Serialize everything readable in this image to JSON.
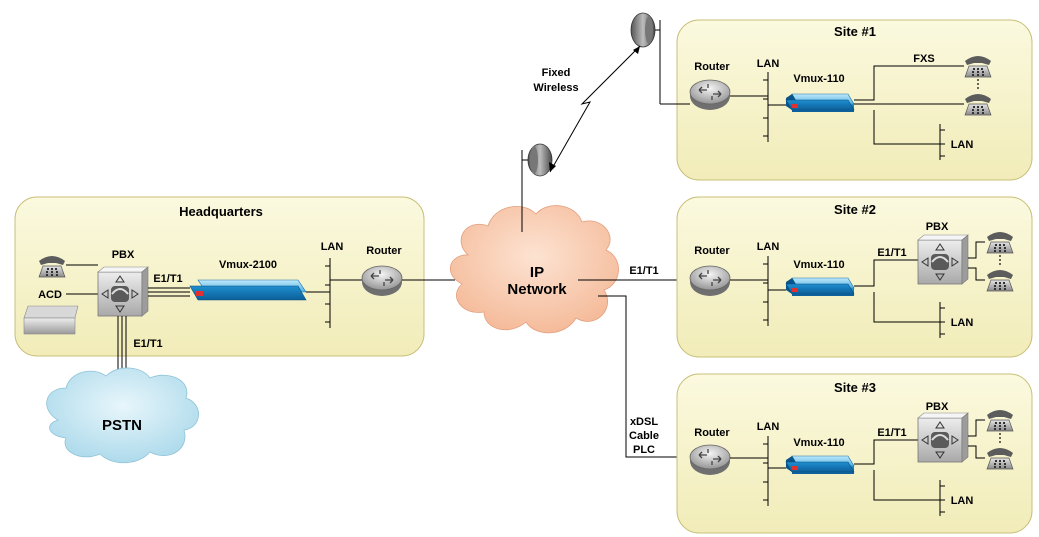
{
  "headquarters": {
    "title": "Headquarters",
    "pbx": "PBX",
    "acd": "ACD",
    "link_e1": "E1/T1",
    "vmux": "Vmux-2100",
    "lan": "LAN",
    "router": "Router",
    "pstn_link": "E1/T1"
  },
  "pstn": {
    "label": "PSTN"
  },
  "ip_network": {
    "line1": "IP",
    "line2": "Network"
  },
  "wireless": {
    "line1": "Fixed",
    "line2": "Wireless"
  },
  "site2_link": "E1/T1",
  "site3_link": {
    "line1": "xDSL",
    "line2": "Cable",
    "line3": "PLC"
  },
  "site1": {
    "title": "Site #1",
    "router": "Router",
    "lan_top": "LAN",
    "vmux": "Vmux-110",
    "fxs": "FXS",
    "lan_bottom": "LAN"
  },
  "site2": {
    "title": "Site #2",
    "router": "Router",
    "lan_top": "LAN",
    "vmux": "Vmux-110",
    "link": "E1/T1",
    "pbx": "PBX",
    "lan_bottom": "LAN"
  },
  "site3": {
    "title": "Site #3",
    "router": "Router",
    "lan_top": "LAN",
    "vmux": "Vmux-110",
    "link": "E1/T1",
    "pbx": "PBX",
    "lan_bottom": "LAN"
  }
}
